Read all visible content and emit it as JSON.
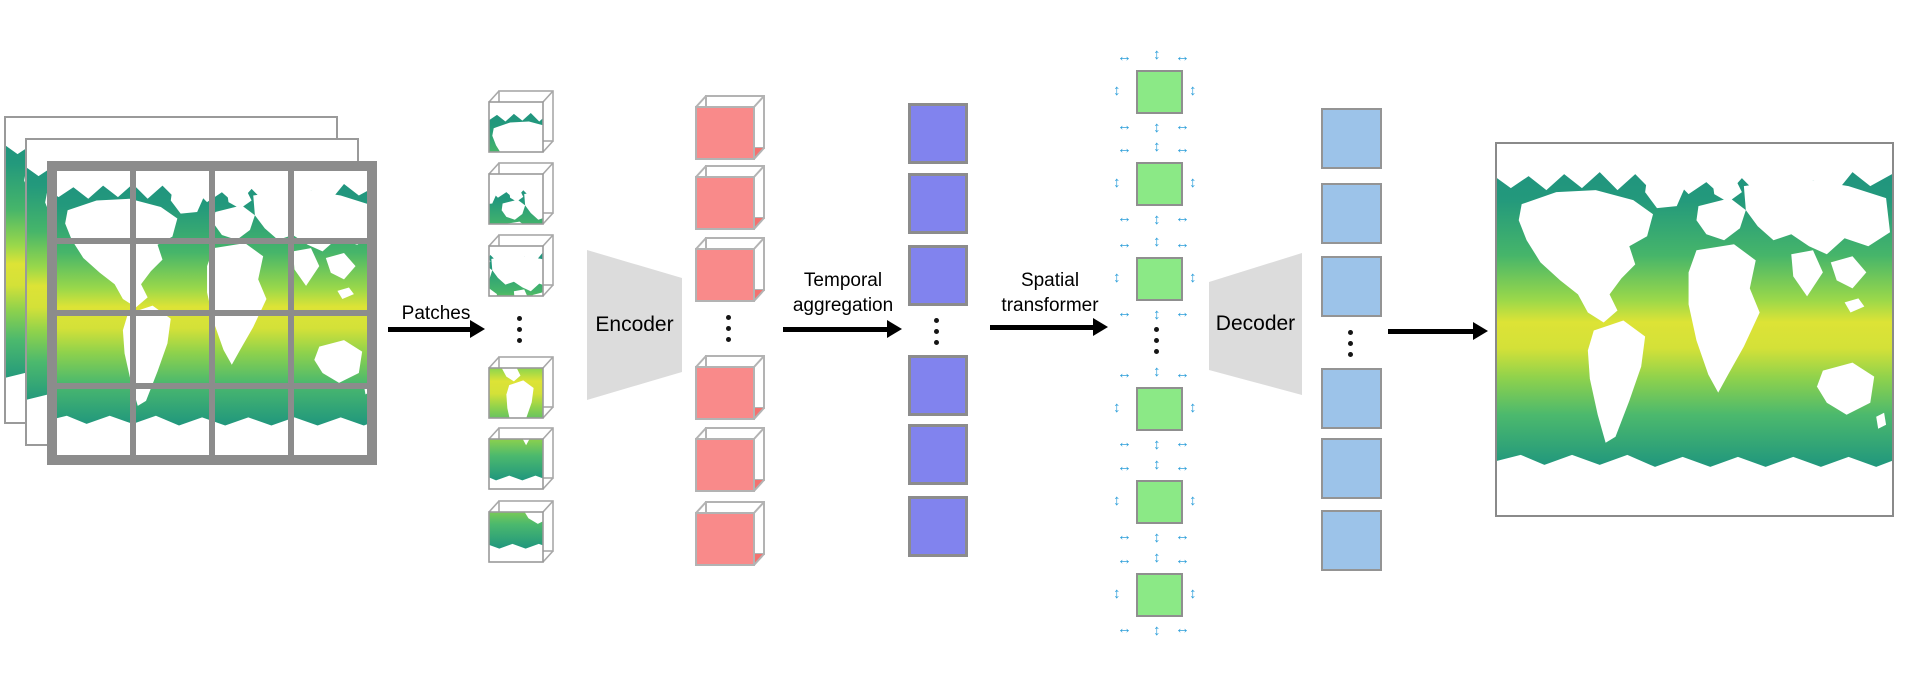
{
  "diagram": {
    "type": "model-architecture-pipeline",
    "stage_labels": {
      "patches": "Patches",
      "encoder": "Encoder",
      "temporal_aggregation": [
        "Temporal",
        "aggregation"
      ],
      "spatial_transformer": [
        "Spatial",
        "transformer"
      ],
      "decoder": "Decoder"
    },
    "icons": {
      "double_arrow_horizontal": "↔",
      "double_arrow_vertical": "↕",
      "vertical_ellipsis": "⋮"
    },
    "counts": {
      "input_frames": 3,
      "input_grid_rows": 4,
      "input_grid_cols": 4,
      "patch_tokens_visible": 6,
      "encoder_tokens_visible": 6,
      "temporal_tokens_visible": 6,
      "spatial_tokens_visible": 6,
      "decoder_tokens_visible": 6
    },
    "colors": {
      "patch-red": "#f98a8a",
      "token-purple": "#8183ee",
      "token-green": "#8be986",
      "token-blue": "#9cc3e9",
      "attention-arrow-blue": "#2e9fda",
      "block-gray": "#dcdcdc",
      "grid-gray": "#8c8c8c",
      "map-teal": "#1d8f80",
      "map-green": "#6fcb5a",
      "map-yellow": "#dde336"
    }
  }
}
